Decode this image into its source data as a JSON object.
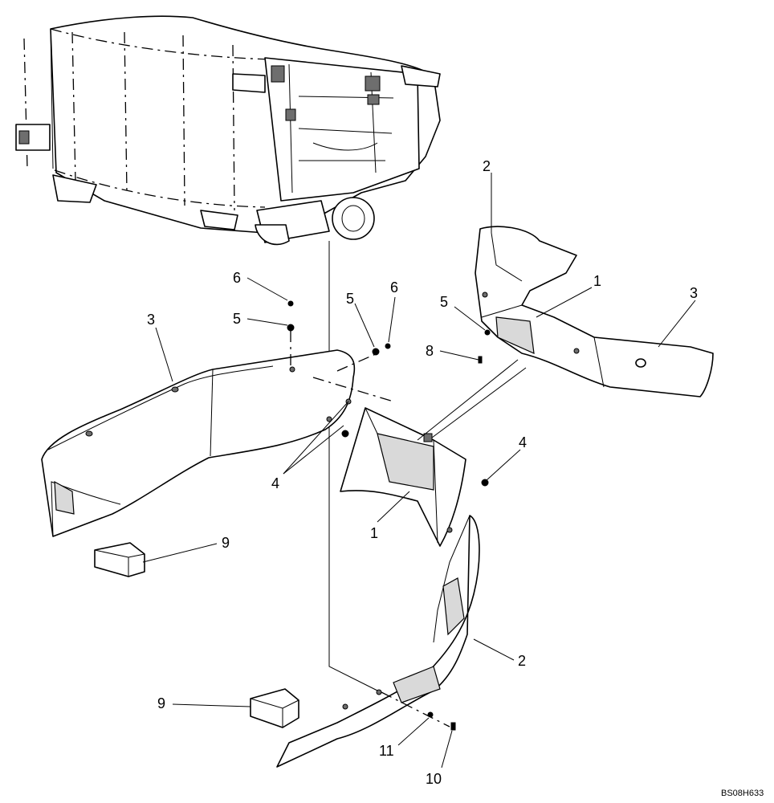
{
  "drawing_code": "BS08H633",
  "callouts": {
    "c1_right": "1",
    "c1_center": "1",
    "c2_top": "2",
    "c2_bottom": "2",
    "c3_left": "3",
    "c3_right": "3",
    "c4_center": "4",
    "c4_right": "4",
    "c5_left": "5",
    "c5_mid": "5",
    "c5_right": "5",
    "c6_left": "6",
    "c6_mid": "6",
    "c8": "8",
    "c9_top": "9",
    "c9_bottom": "9",
    "c10": "10",
    "c11": "11"
  }
}
